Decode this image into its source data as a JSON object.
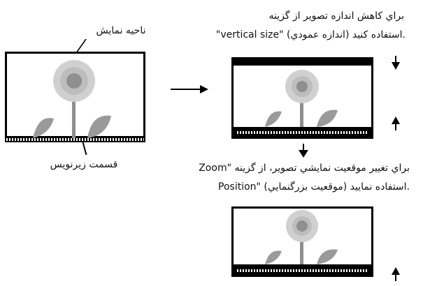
{
  "labels": {
    "display_area": "ناحيه نمايش",
    "subtitle_area": "قسمت زيرنويس"
  },
  "instruction_vertical": {
    "line1": "براي كاهش اندازه تصوير از گزينه",
    "line2": "\"vertical size\" (اندازه عمودي) استفاده كنيد."
  },
  "instruction_zoom": {
    "line1": "براي تغيير موقعيت نمايشي تصوير، از گزينه \"Zoom",
    "line2": "Position\" (موقعيت بزرگنمايي) استفاده نماييد."
  },
  "colors": {
    "frame": "#000000",
    "picture_bg": "#ffffff",
    "petal": "#c9c9c9",
    "center": "#8f8f8f",
    "leaf": "#9a9a9a"
  },
  "icons": [
    "arrow-right-icon",
    "arrow-down-icon",
    "arrow-up-icon",
    "sunflower-picture"
  ]
}
